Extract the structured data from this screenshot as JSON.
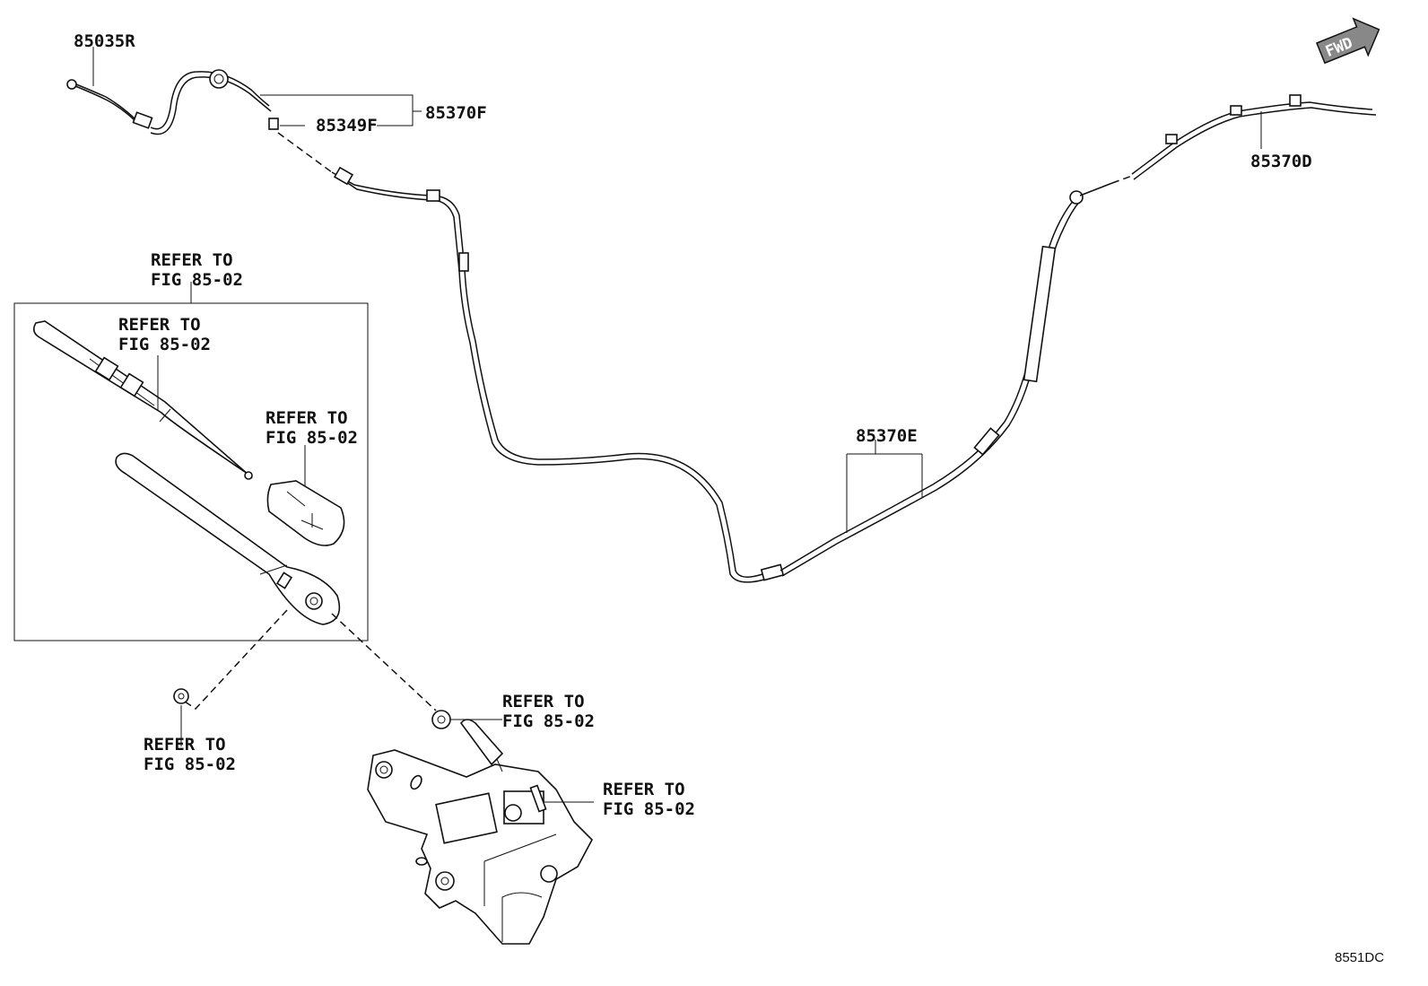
{
  "labels": {
    "p85035R": "85035R",
    "p85349F": "85349F",
    "p85370F": "85370F",
    "p85370D": "85370D",
    "p85370E": "85370E"
  },
  "refer": {
    "line1": "REFER TO",
    "line2": "FIG 85-02"
  },
  "fwd_label": "FWD",
  "diagram_code": "8551DC"
}
